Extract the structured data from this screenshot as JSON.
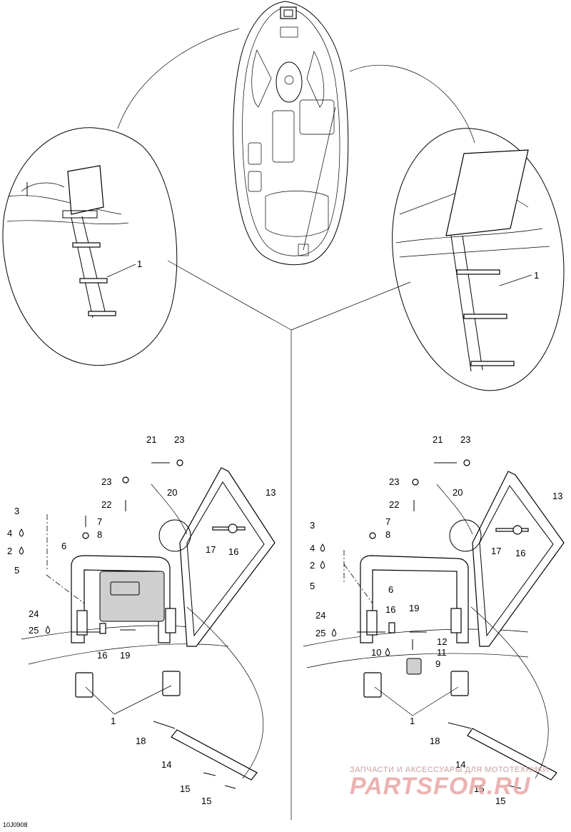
{
  "diagram": {
    "code": "10J0908",
    "watermark": {
      "line1": "ЗАПЧАСТИ И АКСЕССУАРЫ ДЛЯ МОТОТЕХНИКИ",
      "line2": "PARTSFOR.RU"
    },
    "callouts": [
      {
        "id": "c-top-left-1",
        "text": "1"
      },
      {
        "id": "c-top-right-1",
        "text": "1"
      },
      {
        "id": "c-l-21",
        "text": "21"
      },
      {
        "id": "c-l-23a",
        "text": "23"
      },
      {
        "id": "c-l-23b",
        "text": "23"
      },
      {
        "id": "c-l-20",
        "text": "20"
      },
      {
        "id": "c-l-22",
        "text": "22"
      },
      {
        "id": "c-l-13",
        "text": "13"
      },
      {
        "id": "c-l-3",
        "text": "3"
      },
      {
        "id": "c-l-7",
        "text": "7"
      },
      {
        "id": "c-l-4",
        "text": "4"
      },
      {
        "id": "c-l-8",
        "text": "8"
      },
      {
        "id": "c-l-2",
        "text": "2"
      },
      {
        "id": "c-l-6",
        "text": "6"
      },
      {
        "id": "c-l-17",
        "text": "17"
      },
      {
        "id": "c-l-16a",
        "text": "16"
      },
      {
        "id": "c-l-5",
        "text": "5"
      },
      {
        "id": "c-l-24",
        "text": "24"
      },
      {
        "id": "c-l-25",
        "text": "25"
      },
      {
        "id": "c-l-16b",
        "text": "16"
      },
      {
        "id": "c-l-19",
        "text": "19"
      },
      {
        "id": "c-l-1",
        "text": "1"
      },
      {
        "id": "c-l-18",
        "text": "18"
      },
      {
        "id": "c-l-14",
        "text": "14"
      },
      {
        "id": "c-l-15a",
        "text": "15"
      },
      {
        "id": "c-l-15b",
        "text": "15"
      },
      {
        "id": "c-r-21",
        "text": "21"
      },
      {
        "id": "c-r-23a",
        "text": "23"
      },
      {
        "id": "c-r-23b",
        "text": "23"
      },
      {
        "id": "c-r-20",
        "text": "20"
      },
      {
        "id": "c-r-22",
        "text": "22"
      },
      {
        "id": "c-r-13",
        "text": "13"
      },
      {
        "id": "c-r-7",
        "text": "7"
      },
      {
        "id": "c-r-3",
        "text": "3"
      },
      {
        "id": "c-r-8",
        "text": "8"
      },
      {
        "id": "c-r-4",
        "text": "4"
      },
      {
        "id": "c-r-2",
        "text": "2"
      },
      {
        "id": "c-r-17",
        "text": "17"
      },
      {
        "id": "c-r-16a",
        "text": "16"
      },
      {
        "id": "c-r-5",
        "text": "5"
      },
      {
        "id": "c-r-6",
        "text": "6"
      },
      {
        "id": "c-r-24",
        "text": "24"
      },
      {
        "id": "c-r-16b",
        "text": "16"
      },
      {
        "id": "c-r-19",
        "text": "19"
      },
      {
        "id": "c-r-25",
        "text": "25"
      },
      {
        "id": "c-r-12",
        "text": "12"
      },
      {
        "id": "c-r-10",
        "text": "10"
      },
      {
        "id": "c-r-11",
        "text": "11"
      },
      {
        "id": "c-r-9",
        "text": "9"
      },
      {
        "id": "c-r-1",
        "text": "1"
      },
      {
        "id": "c-r-18",
        "text": "18"
      },
      {
        "id": "c-r-14",
        "text": "14"
      },
      {
        "id": "c-r-15a",
        "text": "15"
      },
      {
        "id": "c-r-15b",
        "text": "15"
      }
    ]
  }
}
